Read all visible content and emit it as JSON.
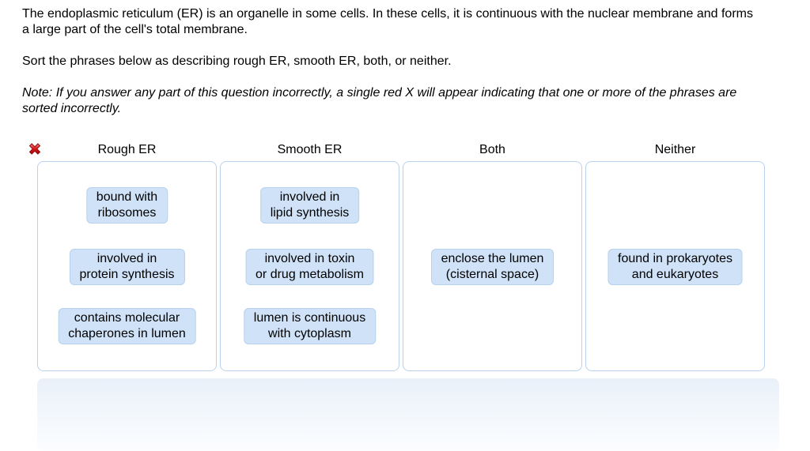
{
  "intro": {
    "paragraph1": "The endoplasmic reticulum (ER) is an organelle in some cells. In these cells, it is continuous with the nuclear membrane and forms a large part of the cell's total membrane.",
    "paragraph2": "Sort the phrases below as describing rough ER, smooth ER, both, or neither.",
    "note": "Note: If you answer any part of this question incorrectly, a single red X will appear indicating that one or more of the phrases are sorted incorrectly."
  },
  "status": {
    "incorrect_marker": "red-x"
  },
  "colors": {
    "chip_bg": "#cfe2f7",
    "chip_border": "#b6d1ee",
    "bin_border": "#b9d3ee",
    "bank_top": "#e9f0f9",
    "x_red": "#d41717",
    "x_red_dark": "#8f0f0f"
  },
  "columns": [
    {
      "header": "Rough ER",
      "chips": [
        {
          "lines": [
            "bound with",
            "ribosomes"
          ]
        },
        {
          "lines": [
            "involved in",
            "protein synthesis"
          ]
        },
        {
          "lines": [
            "contains molecular",
            "chaperones in lumen"
          ]
        }
      ]
    },
    {
      "header": "Smooth ER",
      "chips": [
        {
          "lines": [
            "involved in",
            "lipid synthesis"
          ]
        },
        {
          "lines": [
            "involved in toxin",
            "or drug metabolism"
          ]
        },
        {
          "lines": [
            "lumen is continuous",
            "with cytoplasm"
          ]
        }
      ]
    },
    {
      "header": "Both",
      "chips": [
        {
          "lines": [
            "enclose the lumen",
            "(cisternal space)"
          ]
        }
      ]
    },
    {
      "header": "Neither",
      "chips": [
        {
          "lines": [
            "found in prokaryotes",
            "and eukaryotes"
          ]
        }
      ]
    }
  ]
}
